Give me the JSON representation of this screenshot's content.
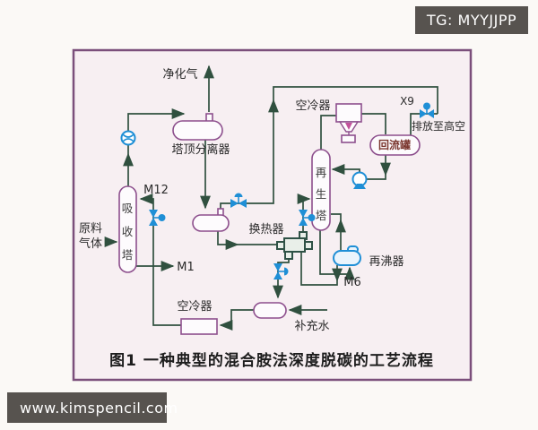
{
  "overlays": {
    "tg_badge": "TG: MYYJJPP",
    "watermark": "www.kimspencil.com"
  },
  "figure": {
    "caption": "图1  一种典型的混合胺法深度脱碳的工艺流程",
    "labels": {
      "purified_gas": "净化气",
      "top_separator": "塔顶分离器",
      "heat_exchanger": "换热器",
      "air_cooler_top": "空冷器",
      "air_cooler_bottom": "空冷器",
      "reflux_drum": "回流罐",
      "reboiler": "再沸器",
      "vent_to_atmosphere": "排放至高空",
      "makeup_water": "补充水",
      "feed_gas_line1": "原料",
      "feed_gas_line2": "气体",
      "stream_m12": "M12",
      "stream_m1": "M1",
      "stream_m6": "M6",
      "stream_x9": "X9",
      "absorber_chars": [
        "吸",
        "收",
        "塔"
      ],
      "regenerator_chars": [
        "再",
        "生",
        "塔"
      ]
    },
    "colors": {
      "process_line": "#30503f",
      "vessel_outline": "#8d4f8d",
      "valve_blue": "#1f8fd6",
      "reflux_drum_text": "#7a362e",
      "badge_background": "#57534f"
    }
  }
}
